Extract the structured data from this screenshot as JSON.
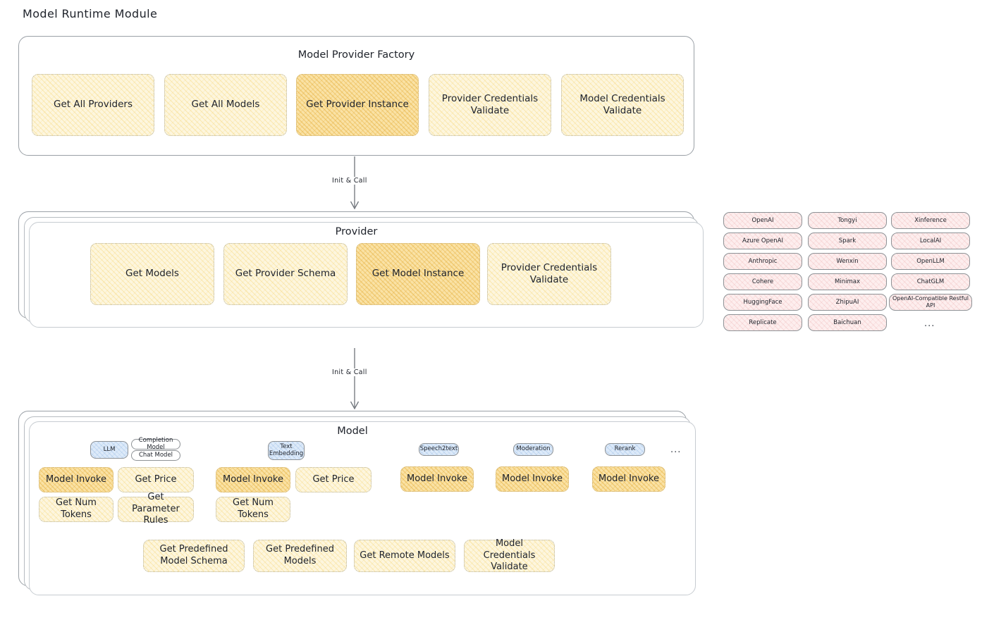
{
  "page": {
    "title": "Model Runtime Module"
  },
  "factory": {
    "title": "Model Provider Factory",
    "nodes": [
      {
        "label": "Get All Providers",
        "highlight": false
      },
      {
        "label": "Get All Models",
        "highlight": false
      },
      {
        "label": "Get Provider Instance",
        "highlight": true
      },
      {
        "label": "Provider Credentials Validate",
        "highlight": false
      },
      {
        "label": "Model Credentials Validate",
        "highlight": false
      }
    ]
  },
  "arrows": [
    {
      "label": "Init & Call"
    },
    {
      "label": "Init & Call"
    }
  ],
  "provider": {
    "title": "Provider",
    "nodes": [
      {
        "label": "Get Models",
        "highlight": false
      },
      {
        "label": "Get Provider Schema",
        "highlight": false
      },
      {
        "label": "Get Model Instance",
        "highlight": true
      },
      {
        "label": "Provider Credentials Validate",
        "highlight": false
      }
    ]
  },
  "provider_list": {
    "ellipsis": "...",
    "columns": [
      {
        "items": [
          "OpenAI",
          "Azure OpenAI",
          "Anthropic",
          "Cohere",
          "HuggingFace",
          "Replicate"
        ]
      },
      {
        "items": [
          "Tongyi",
          "Spark",
          "Wenxin",
          "Minimax",
          "ZhipuAI",
          "Baichuan"
        ]
      },
      {
        "items": [
          "Xinference",
          "LocalAI",
          "OpenLLM",
          "ChatGLM",
          "OpenAI-Compatible Restful API"
        ]
      }
    ]
  },
  "model": {
    "title": "Model",
    "ellipsis": "...",
    "types": [
      {
        "name": "LLM",
        "sub_chips": [
          "Completion Model",
          "Chat Model"
        ],
        "nodes": [
          {
            "label": "Model Invoke",
            "highlight": true
          },
          {
            "label": "Get Price",
            "highlight": false
          },
          {
            "label": "Get Num Tokens",
            "highlight": false
          },
          {
            "label": "Get Parameter Rules",
            "highlight": false
          }
        ]
      },
      {
        "name": "Text Embedding",
        "sub_chips": [],
        "nodes": [
          {
            "label": "Model Invoke",
            "highlight": true
          },
          {
            "label": "Get Price",
            "highlight": false
          },
          {
            "label": "Get Num Tokens",
            "highlight": false
          }
        ]
      },
      {
        "name": "Speech2text",
        "sub_chips": [],
        "nodes": [
          {
            "label": "Model Invoke",
            "highlight": true
          }
        ]
      },
      {
        "name": "Moderation",
        "sub_chips": [],
        "nodes": [
          {
            "label": "Model Invoke",
            "highlight": true
          }
        ]
      },
      {
        "name": "Rerank",
        "sub_chips": [],
        "nodes": [
          {
            "label": "Model Invoke",
            "highlight": true
          }
        ]
      }
    ],
    "shared_nodes": [
      {
        "label": "Get Predefined Model Schema"
      },
      {
        "label": "Get Predefined Models"
      },
      {
        "label": "Get Remote Models"
      },
      {
        "label": "Model Credentials Validate"
      }
    ]
  },
  "colors": {
    "pale_fill": "#fdf6de",
    "amber_fill": "#fae2a5",
    "pink_fill": "#fdeeee",
    "blue_fill": "#ddeaf9",
    "border_gray": "#9aa0a6",
    "text": "#20242c"
  }
}
